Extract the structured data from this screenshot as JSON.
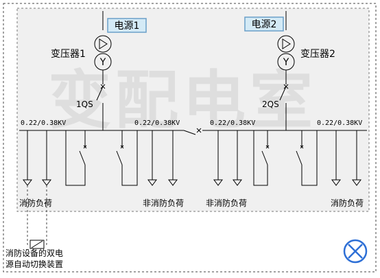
{
  "watermark": "变配电室",
  "sources": [
    {
      "label": "电源1",
      "transformer_label": "变压器1",
      "breaker_label": "1QS",
      "transformer_symbol": "Y"
    },
    {
      "label": "电源2",
      "transformer_label": "变压器2",
      "breaker_label": "2QS",
      "transformer_symbol": "Y"
    }
  ],
  "bus_voltage_labels": [
    "0.22/0.38KV",
    "0.22/0.38KV",
    "0.22/0.38KV",
    "0.22/0.38KV"
  ],
  "load_labels": {
    "fire_left": "消防负荷",
    "nonfire_left": "非消防负荷",
    "nonfire_right": "非消防负荷",
    "fire_right": "消防负荷"
  },
  "ats_note": {
    "line1": "消防设备的双电",
    "line2": "源自动切换装置"
  },
  "colors": {
    "panel_bg": "#f0f0f0",
    "label_box": "#d4eaf6",
    "label_border": "#6aa0c8",
    "close_circle": "#2d6fd6"
  },
  "icons": {
    "close": "close-circle-icon"
  }
}
